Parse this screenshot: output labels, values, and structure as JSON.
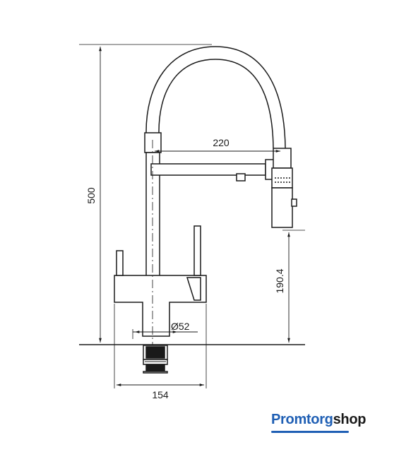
{
  "dimensions": {
    "height_total": "500",
    "spout_reach": "220",
    "spout_height": "190.4",
    "base_diameter": "Ø52",
    "base_width": "154"
  },
  "logo": {
    "part1": "Promtorg",
    "part2": "shop",
    "accent_color": "#1f5fb4"
  }
}
